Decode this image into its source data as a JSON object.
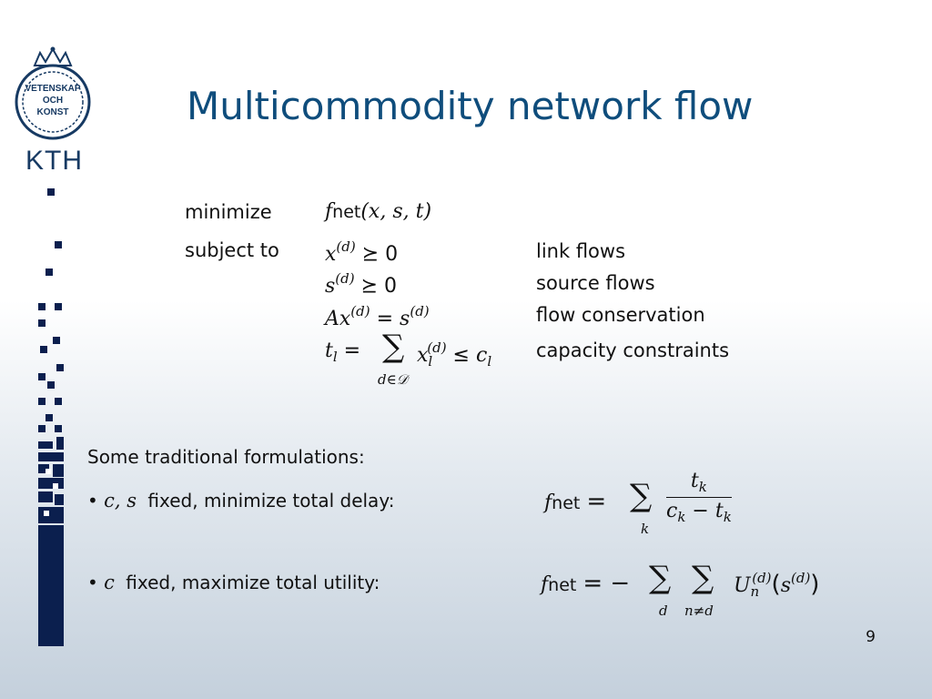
{
  "logo": {
    "crest_lines": [
      "VETENSKAP",
      "OCH",
      "KONST"
    ],
    "wordmark": "KTH",
    "colors": {
      "navy": "#173a63"
    }
  },
  "title": "Multicommodity network flow",
  "problem": {
    "minimize_label": "minimize",
    "subject_to_label": "subject to",
    "objective": {
      "f": "f",
      "net": "net",
      "args": "(x, s, t)"
    },
    "constraints": [
      {
        "lhs": "x",
        "sup": "(d)",
        "rel": "⪰",
        "rhs": "0",
        "label": "link flows"
      },
      {
        "lhs": "s",
        "sup": "(d)",
        "rel": "⪰",
        "rhs": "0",
        "label": "source flows"
      },
      {
        "lhs": "Ax",
        "sup": "(d)",
        "rel": "=",
        "rhs": "s",
        "rhs_sup": "(d)",
        "label": "flow conservation"
      },
      {
        "lhs": "t",
        "lhs_sub": "l",
        "rel": "=",
        "sum_under": "d∈𝒟",
        "term": "x",
        "term_sub": "l",
        "term_sup": "(d)",
        "rel2": "≤",
        "rhs": "c",
        "rhs_sub": "l",
        "label": "capacity constraints"
      }
    ]
  },
  "formulations": {
    "heading": "Some traditional formulations:",
    "items": [
      {
        "bullet": "•",
        "vars": "c, s",
        "text": "fixed, minimize total delay:",
        "formula": {
          "f": "f",
          "net": "net",
          "eq": "=",
          "sum_under": "k",
          "num": "t",
          "num_sub": "k",
          "den_c": "c",
          "den_c_sub": "k",
          "den_minus": "−",
          "den_t": "t",
          "den_t_sub": "k"
        }
      },
      {
        "bullet": "•",
        "vars": "c",
        "text": "fixed, maximize total utility:",
        "formula": {
          "f": "f",
          "net": "net",
          "eq": "= −",
          "sum1_under": "d",
          "sum2_under": "n≠d",
          "U": "U",
          "U_sub": "n",
          "U_sup": "(d)",
          "arg_open": "(",
          "s": "s",
          "s_sup": "(d)",
          "arg_close": ")"
        }
      }
    ]
  },
  "page_number": "9",
  "colors": {
    "title": "#0f4d7c",
    "strip": "#0b1f4e"
  }
}
